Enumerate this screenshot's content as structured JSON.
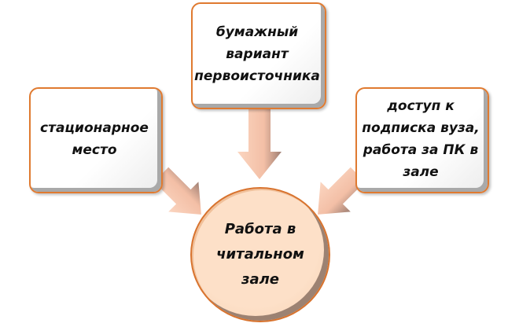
{
  "nodes": {
    "top": [
      "бумажный",
      "вариант",
      "первоисточника"
    ],
    "left": [
      "стационарное",
      "место"
    ],
    "right": [
      "доступ к",
      "подписка вуза,",
      "работа за ПК в",
      "зале"
    ],
    "center": [
      "Работа в",
      "читальном",
      "зале"
    ]
  },
  "colors": {
    "border": "#e07a30",
    "arrow": "#f8c9b0",
    "arrow_shade": "#a8877a",
    "circle_fill": "#fde0c8"
  }
}
